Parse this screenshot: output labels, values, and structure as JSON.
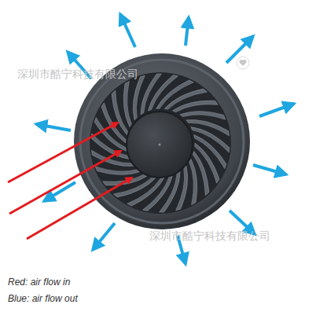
{
  "diagram": {
    "labels": [
      "深圳市酷宁科技有限公司",
      "深圳市酷宁科技有限公司"
    ],
    "legend": [
      {
        "text": "Red: air flow in"
      },
      {
        "text": "Blue: air flow out"
      }
    ]
  }
}
